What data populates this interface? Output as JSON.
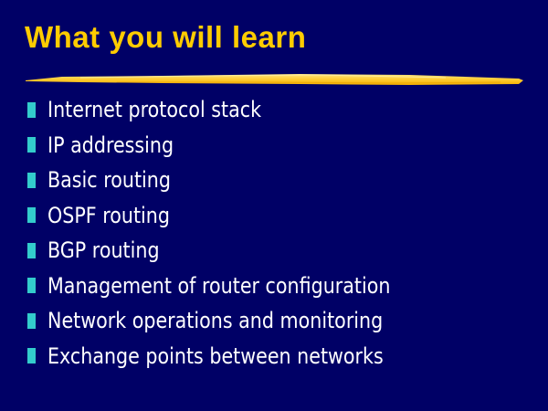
{
  "slide": {
    "title": "What you will learn",
    "colors": {
      "background": "#000066",
      "title": "#FFCC00",
      "bullet": "#33CCCC",
      "text": "#FFFFFF"
    },
    "items": [
      {
        "label": "Internet protocol stack"
      },
      {
        "label": "IP addressing"
      },
      {
        "label": "Basic routing"
      },
      {
        "label": "OSPF routing"
      },
      {
        "label": "BGP routing"
      },
      {
        "label": "Management of router configuration"
      },
      {
        "label": "Network operations and monitoring"
      },
      {
        "label": "Exchange points between networks"
      }
    ]
  }
}
